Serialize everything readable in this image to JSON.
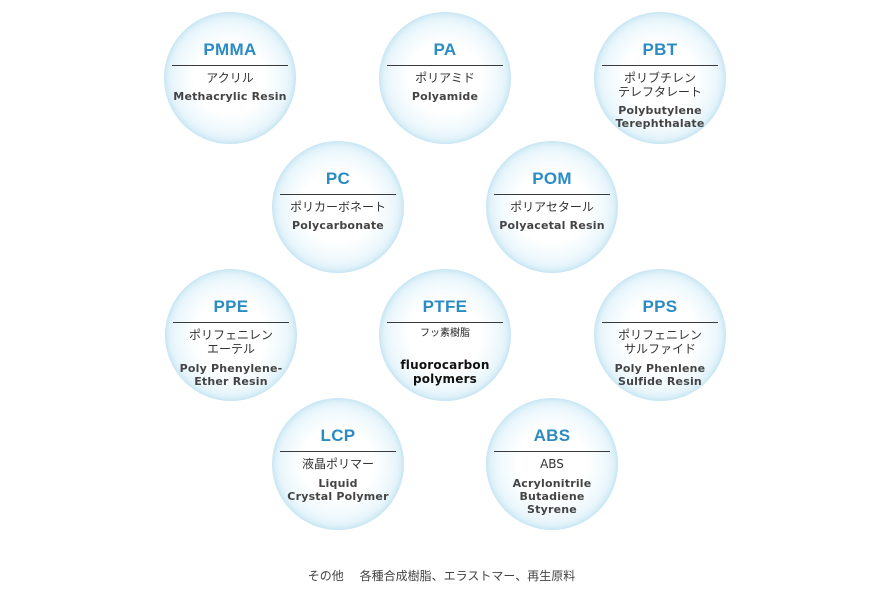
{
  "materials": [
    {
      "abbr": "PMMA",
      "jp": "アクリル",
      "en": "Methacrylic Resin"
    },
    {
      "abbr": "PA",
      "jp": "ポリアミド",
      "en": "Polyamide"
    },
    {
      "abbr": "PBT",
      "jp": "ポリブチレン\nテレフタレート",
      "en": "Polybutylene\nTerephthalate"
    },
    {
      "abbr": "PC",
      "jp": "ポリカーボネート",
      "en": "Polycarbonate"
    },
    {
      "abbr": "POM",
      "jp": "ポリアセタール",
      "en": "Polyacetal Resin"
    },
    {
      "abbr": "PPE",
      "jp": "ポリフェニレン\nエーテル",
      "en": "Poly Phenylene-\nEther Resin"
    },
    {
      "abbr": "PTFE",
      "jp": "フッ素樹脂",
      "en": "fluorocarbon\npolymers"
    },
    {
      "abbr": "PPS",
      "jp": "ポリフェニレン\nサルファイド",
      "en": "Poly Phenlene\nSulfide Resin"
    },
    {
      "abbr": "LCP",
      "jp": "液晶ポリマー",
      "en": "Liquid\nCrystal Polymer"
    },
    {
      "abbr": "ABS",
      "jp": "ABS",
      "en": "Acrylonitrile\nButadiene\nStyrene"
    }
  ],
  "footer": {
    "label": "その他",
    "text": "各種合成樹脂、エラストマー、再生原料"
  }
}
